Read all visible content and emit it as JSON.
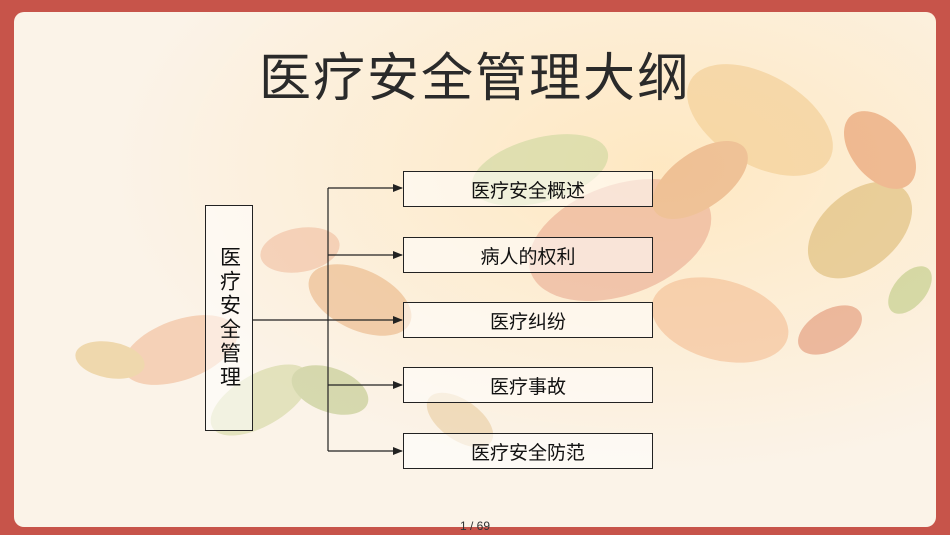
{
  "slide": {
    "title": "医疗安全管理大纲",
    "root_label": "医疗安全管理",
    "branches": [
      "医疗安全概述",
      "病人的权利",
      "医疗纠纷",
      "医疗事故",
      "医疗安全防范"
    ],
    "page_indicator": "1 / 69"
  },
  "colors": {
    "frame": "#c7544a",
    "background": "#fbf3e8",
    "line": "#222222"
  }
}
